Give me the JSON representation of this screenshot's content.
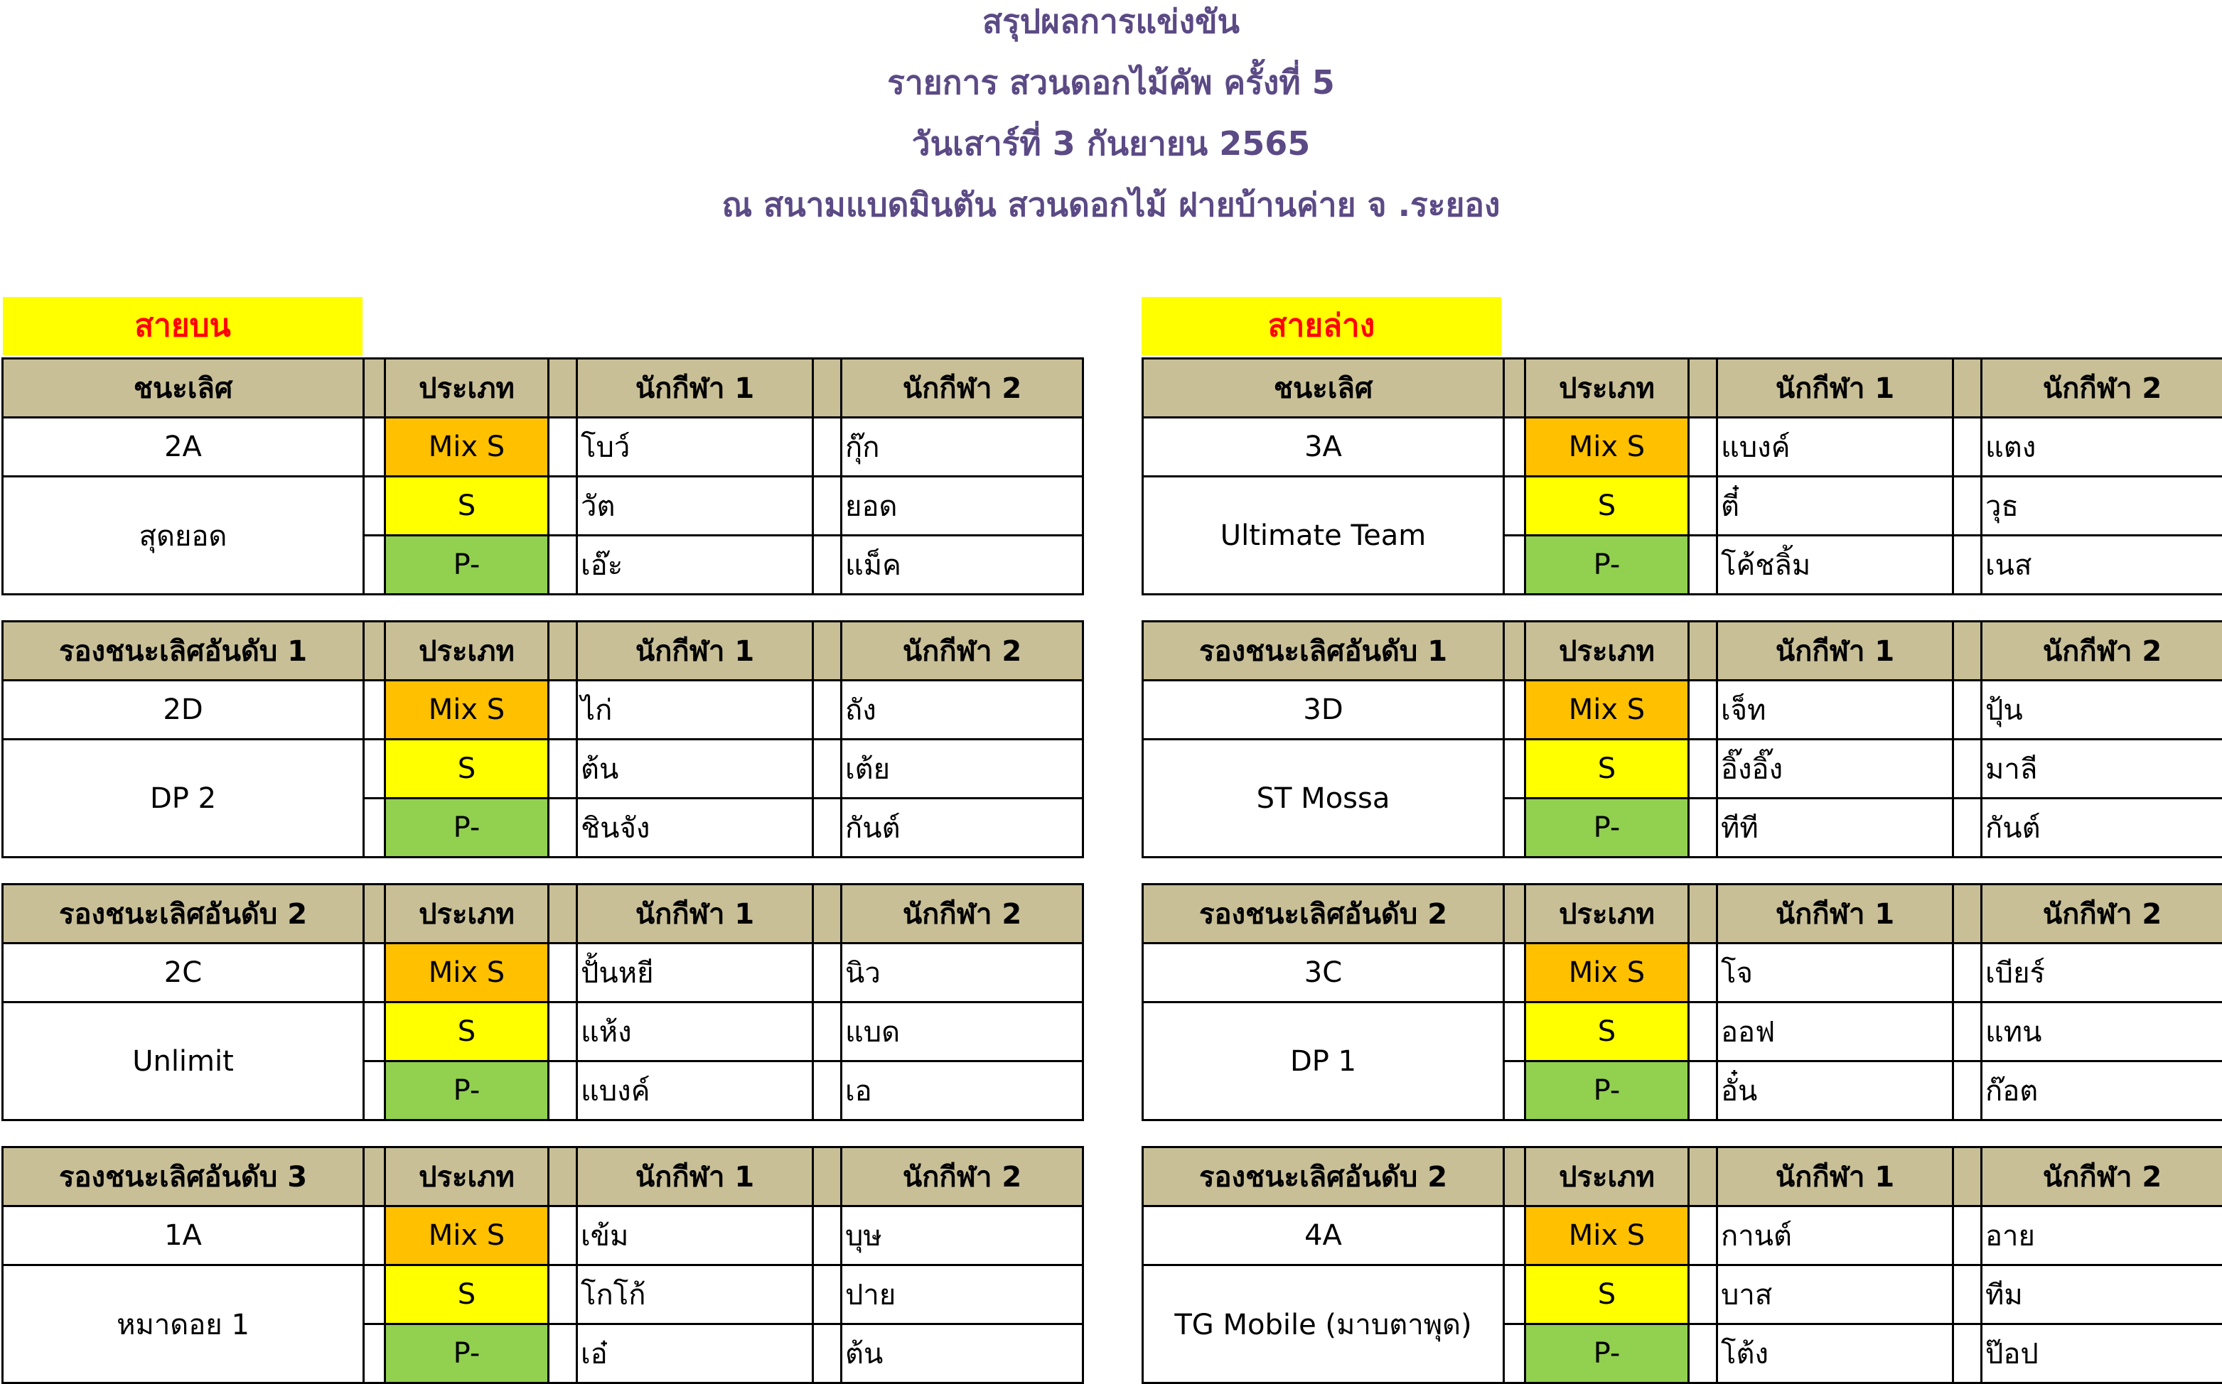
{
  "header": {
    "line1": "สรุปผลการแข่งขัน",
    "line2": "รายการ สวนดอกไม้คัพ ครั้งที่  5",
    "line3": "วันเสาร์ที่ 3 กันยายน 2565",
    "line4": "ณ สนามแบดมินตัน สวนดอกไม้ ฝายบ้านค่าย จ .ระยอง"
  },
  "columns": {
    "category": "ประเภท",
    "player1": "นักกีฬา 1",
    "player2": "นักกีฬา 2"
  },
  "brackets": [
    {
      "label": "สายบน",
      "blocks": [
        {
          "title": "ชนะเลิศ",
          "code": "2A",
          "team": "สุดยอด",
          "rows": [
            {
              "category": "Mix S",
              "player1": "โบว์",
              "player2": "กุ๊ก"
            },
            {
              "category": "S",
              "player1": "วัต",
              "player2": "ยอด"
            },
            {
              "category": "P-",
              "player1": "เอ๊ะ",
              "player2": "แม็ค"
            }
          ]
        },
        {
          "title": "รองชนะเลิศอันดับ  1",
          "code": "2D",
          "team": "DP 2",
          "rows": [
            {
              "category": "Mix S",
              "player1": "ไก่",
              "player2": "ถัง"
            },
            {
              "category": "S",
              "player1": "ต้น",
              "player2": "เต้ย"
            },
            {
              "category": "P-",
              "player1": "ชินจัง",
              "player2": "กันต์"
            }
          ]
        },
        {
          "title": "รองชนะเลิศอันดับ  2",
          "code": "2C",
          "team": "Unlimit",
          "rows": [
            {
              "category": "Mix S",
              "player1": "ปั้นหยี",
              "player2": "นิว"
            },
            {
              "category": "S",
              "player1": "แห้ง",
              "player2": "แบด"
            },
            {
              "category": "P-",
              "player1": "แบงค์",
              "player2": "เอ"
            }
          ]
        },
        {
          "title": "รองชนะเลิศอันดับ  3",
          "code": "1A",
          "team": "หมาดอย 1",
          "rows": [
            {
              "category": "Mix S",
              "player1": "เข้ม",
              "player2": "บุษ"
            },
            {
              "category": "S",
              "player1": "โกโก้",
              "player2": "ปาย"
            },
            {
              "category": "P-",
              "player1": "เอ๋",
              "player2": "ต้น"
            }
          ]
        }
      ]
    },
    {
      "label": "สายล่าง",
      "blocks": [
        {
          "title": "ชนะเลิศ",
          "code": "3A",
          "team": "Ultimate Team",
          "rows": [
            {
              "category": "Mix S",
              "player1": "แบงค์",
              "player2": "แตง"
            },
            {
              "category": "S",
              "player1": "ตี๋",
              "player2": "วุธ"
            },
            {
              "category": "P-",
              "player1": "โค้ชลิ้ม",
              "player2": "เนส"
            }
          ]
        },
        {
          "title": "รองชนะเลิศอันดับ  1",
          "code": "3D",
          "team": "ST Mossa",
          "rows": [
            {
              "category": "Mix S",
              "player1": "เจ็ท",
              "player2": "ปุ้น"
            },
            {
              "category": "S",
              "player1": "อิ๊งอิ๊ง",
              "player2": "มาลี"
            },
            {
              "category": "P-",
              "player1": "ทีที",
              "player2": "กันต์"
            }
          ]
        },
        {
          "title": "รองชนะเลิศอันดับ  2",
          "code": "3C",
          "team": "DP 1",
          "rows": [
            {
              "category": "Mix S",
              "player1": "โจ",
              "player2": "เบียร์"
            },
            {
              "category": "S",
              "player1": "ออฟ",
              "player2": "แทน"
            },
            {
              "category": "P-",
              "player1": "อั๋น",
              "player2": "ก๊อต"
            }
          ]
        },
        {
          "title": "รองชนะเลิศอันดับ  2",
          "code": "4A",
          "team": "TG Mobile (มาบตาพุด)",
          "rows": [
            {
              "category": "Mix S",
              "player1": "กานต์",
              "player2": "อาย"
            },
            {
              "category": "S",
              "player1": "บาส",
              "player2": "ทีม"
            },
            {
              "category": "P-",
              "player1": "โต้ง",
              "player2": "ป๊อป"
            }
          ]
        }
      ]
    }
  ]
}
